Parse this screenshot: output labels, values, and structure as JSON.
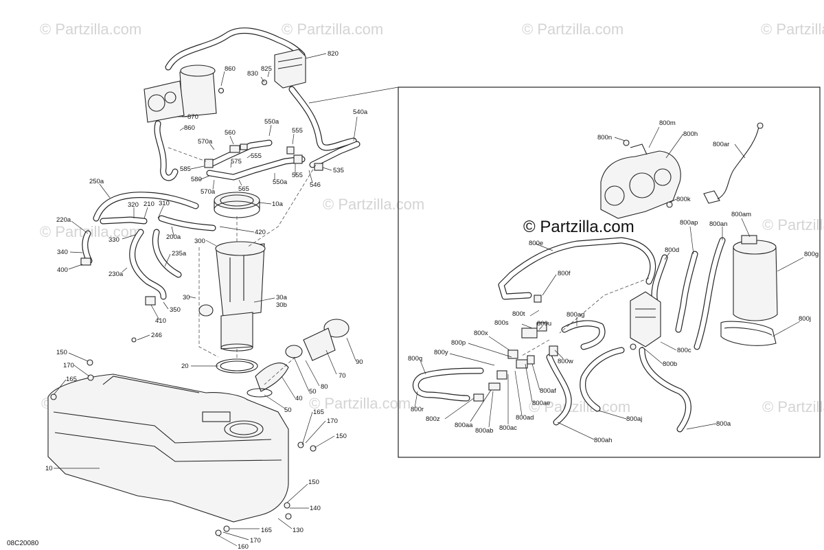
{
  "diagram_code": "08C20080",
  "watermark": {
    "text": "© Partzilla.com",
    "prominent_text": "© Partzilla.com"
  },
  "callouts": {
    "main": [
      "820",
      "860",
      "825",
      "830",
      "870",
      "860",
      "550a",
      "560",
      "555",
      "570a",
      "540a",
      "575",
      "555",
      "585",
      "580",
      "565",
      "550a",
      "555",
      "546",
      "535",
      "570a",
      "250a",
      "10a",
      "320",
      "210",
      "310",
      "220a",
      "420",
      "330",
      "200a",
      "300",
      "340",
      "235a",
      "400",
      "230a",
      "30",
      "30a",
      "30b",
      "350",
      "410",
      "246",
      "90",
      "150",
      "170",
      "165",
      "20",
      "70",
      "80",
      "40",
      "50",
      "50",
      "165",
      "170",
      "150",
      "10",
      "150",
      "140",
      "130",
      "165",
      "170",
      "160"
    ],
    "inset": [
      "800m",
      "800n",
      "800h",
      "800ar",
      "800k",
      "800ap",
      "800an",
      "800am",
      "800e",
      "800d",
      "800g",
      "800f",
      "800j",
      "800t",
      "800ag",
      "800s",
      "800u",
      "800x",
      "800p",
      "800y",
      "800c",
      "800q",
      "800w",
      "800b",
      "800r",
      "800af",
      "800z",
      "800ae",
      "800aa",
      "800ad",
      "800ab",
      "800ac",
      "800aj",
      "800a",
      "800ah"
    ]
  }
}
